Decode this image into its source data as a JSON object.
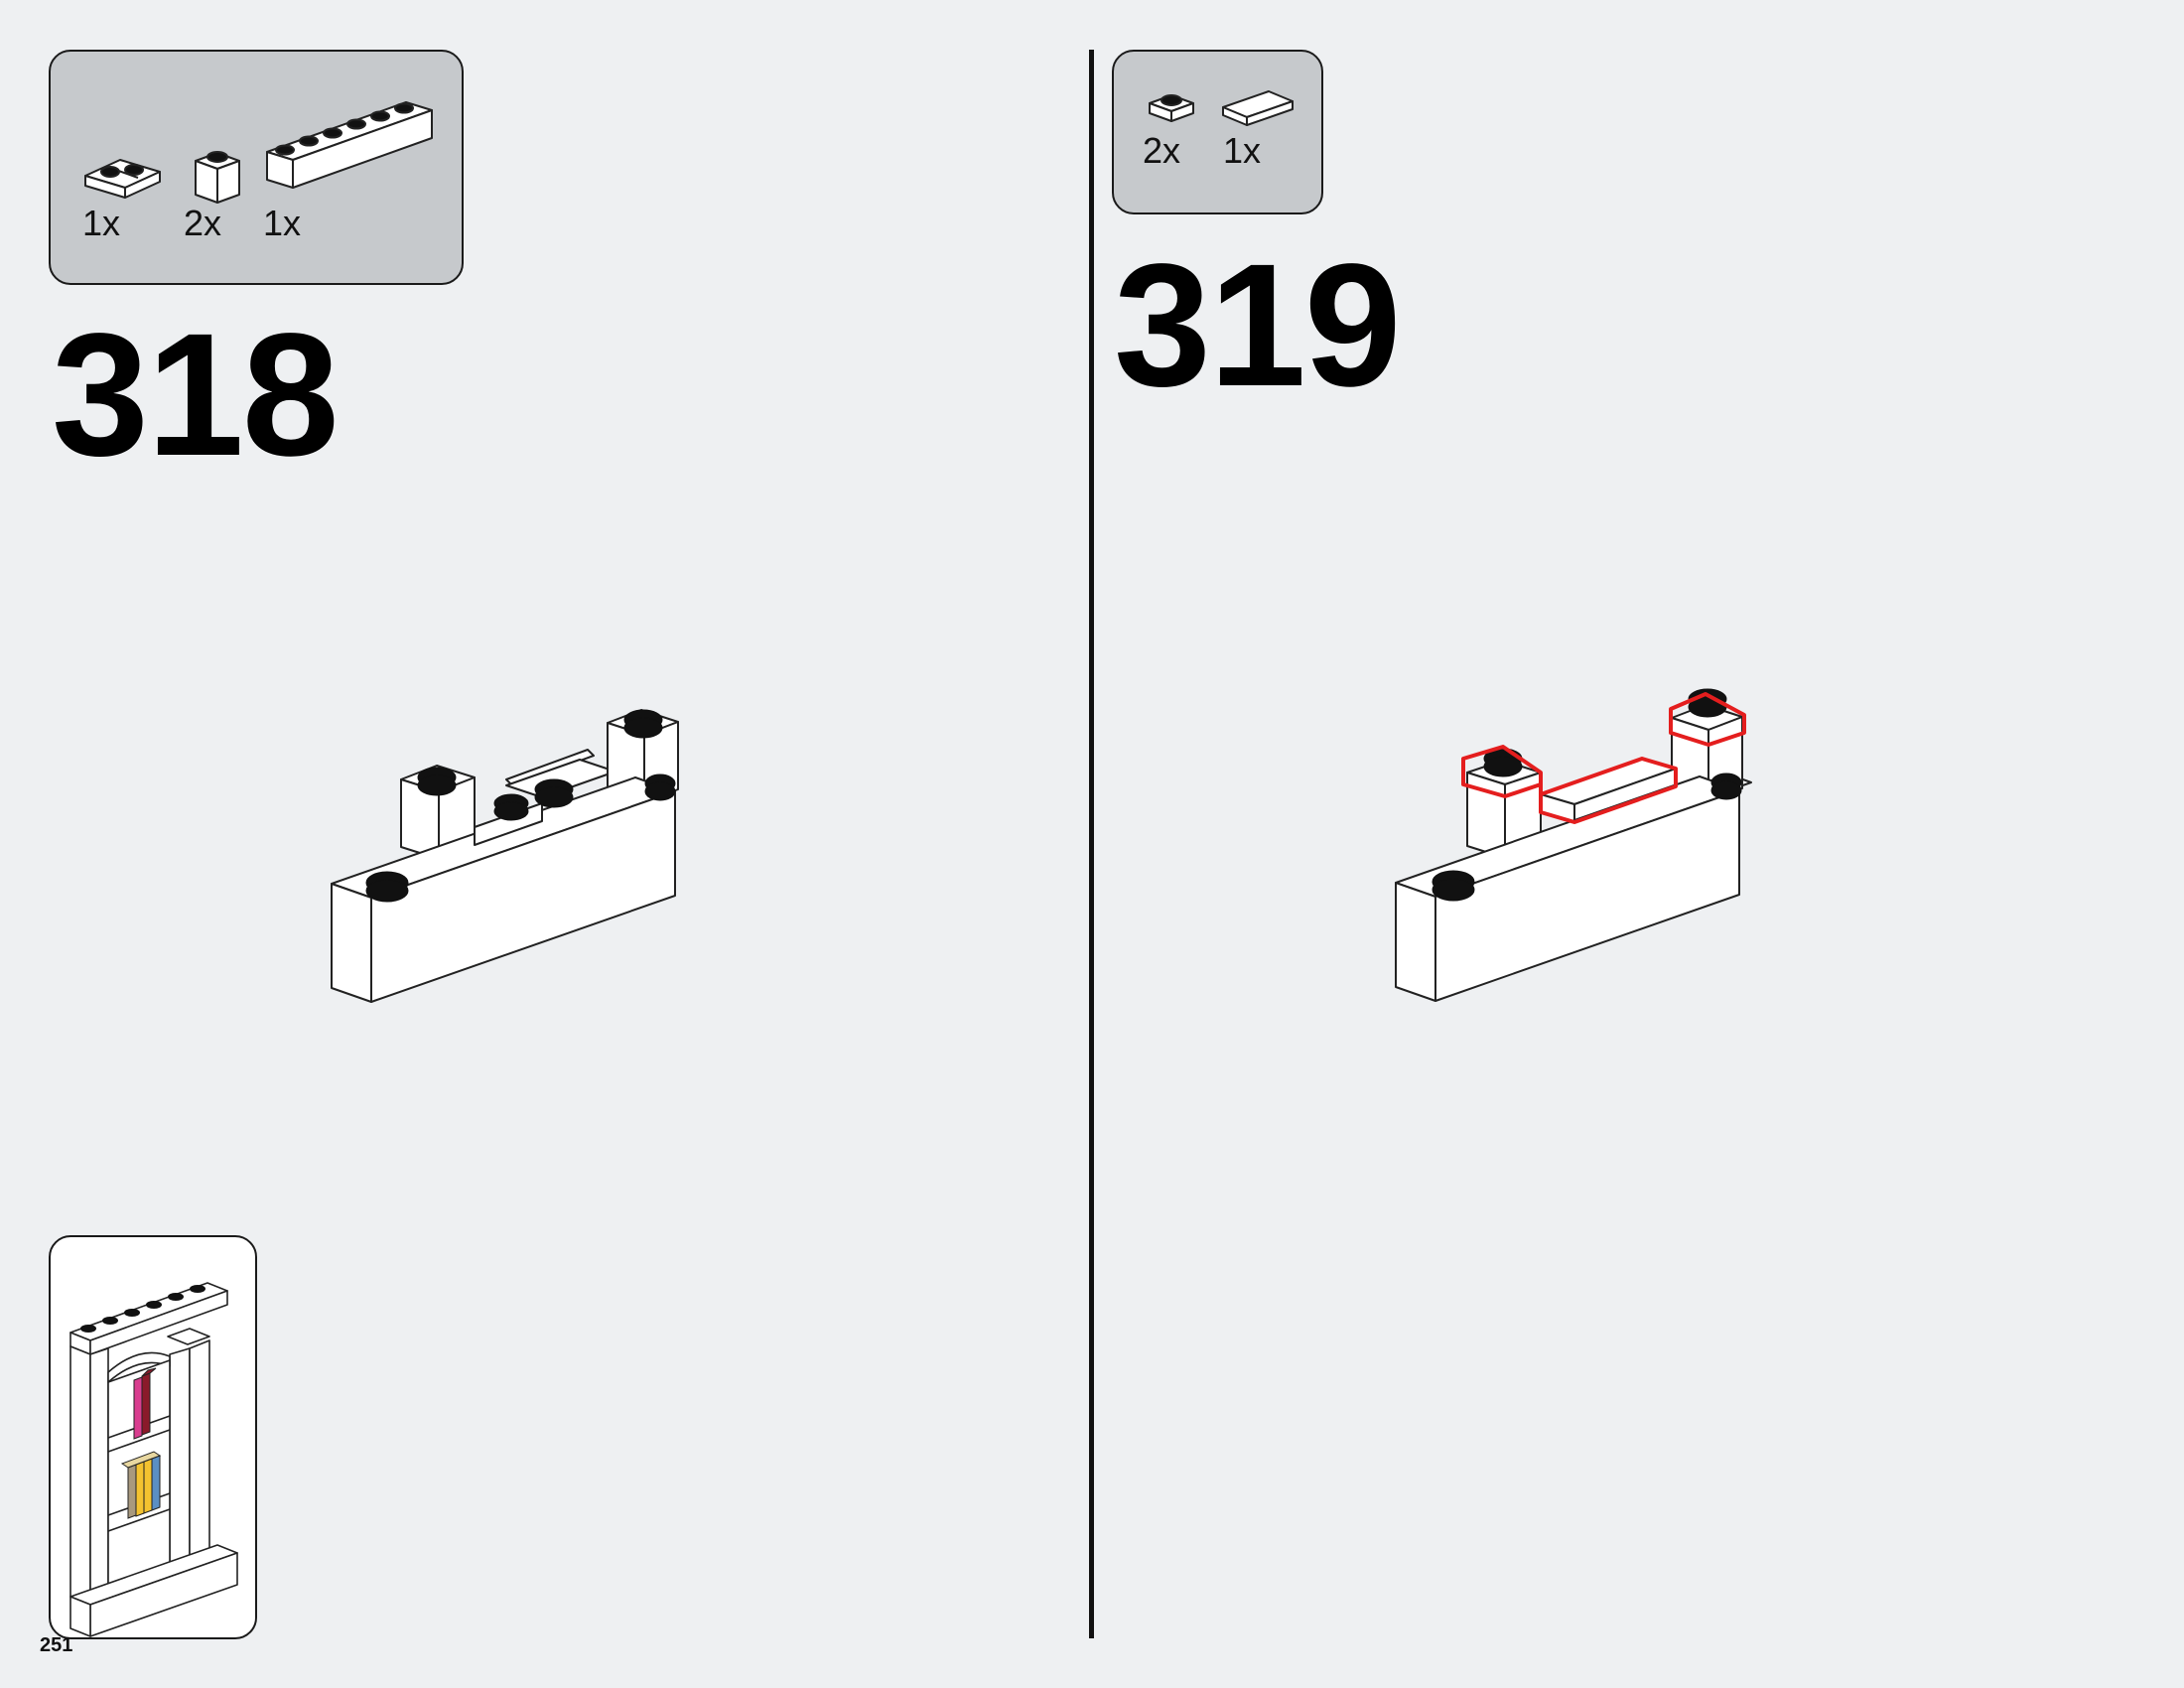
{
  "page": {
    "page_number": "251",
    "background_color": "#eef0f2",
    "highlight_color": "#e41e1e"
  },
  "step_318": {
    "number": "318",
    "parts": [
      {
        "icon": "jumper-plate-icon",
        "quantity": "1x"
      },
      {
        "icon": "brick-1x1-icon",
        "quantity": "2x"
      },
      {
        "icon": "brick-1x6-icon",
        "quantity": "1x"
      }
    ]
  },
  "step_319": {
    "number": "319",
    "parts": [
      {
        "icon": "plate-1x1-icon",
        "quantity": "2x"
      },
      {
        "icon": "tile-1x2-icon",
        "quantity": "1x"
      }
    ]
  },
  "sub_assembly": {
    "icon": "bookshelf-preview-icon",
    "book_colors": [
      "#d93d8f",
      "#8a1a2a",
      "#a8997e",
      "#f3c230",
      "#5b8fc4"
    ]
  }
}
